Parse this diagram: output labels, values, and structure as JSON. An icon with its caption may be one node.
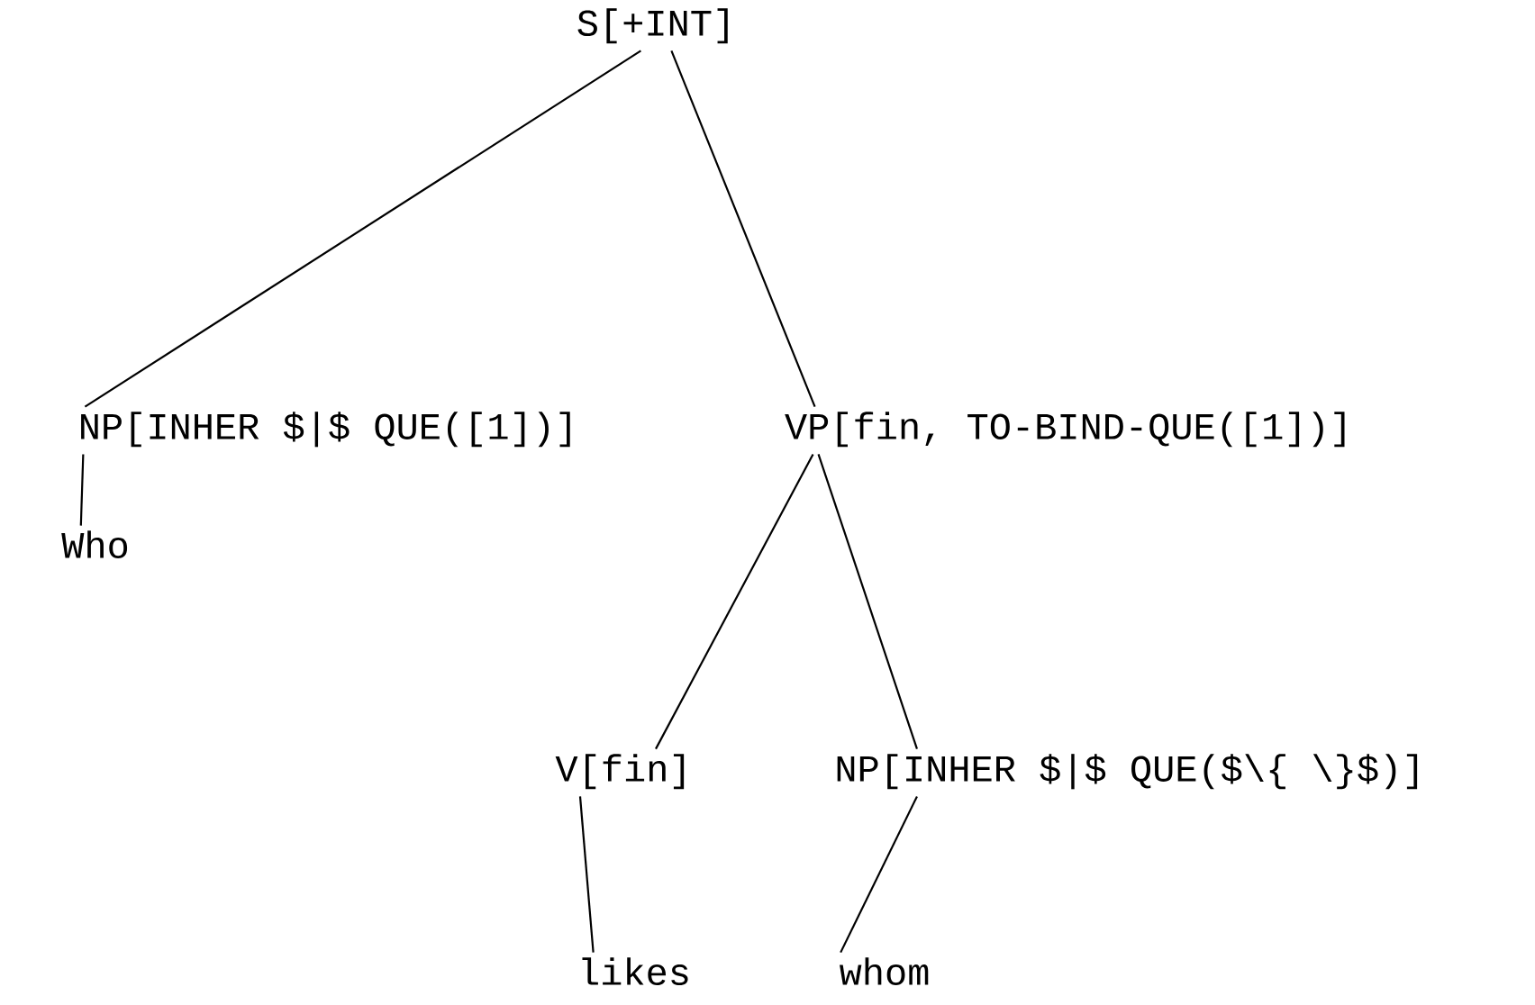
{
  "diagram": {
    "nodes": [
      {
        "text": [
          "S[+INT]"
        ]
      },
      {
        "text": [
          "NP[INHER $|$ QUE([1])]"
        ]
      },
      {
        "text": [
          "VP[fin, TO-BIND-QUE([1])]"
        ]
      },
      {
        "text": [
          "Who"
        ]
      },
      {
        "text": [
          "V[fin]"
        ]
      },
      {
        "text": [
          "NP[INHER $|$ QUE($\\{ \\}$)]"
        ]
      },
      {
        "text": [
          "likes"
        ]
      },
      {
        "text": [
          "whom"
        ]
      }
    ],
    "edges": [
      {
        "from": 0,
        "to": 1,
        "arrow": "none"
      },
      {
        "from": 0,
        "to": 2,
        "arrow": "none"
      },
      {
        "from": 1,
        "to": 3,
        "arrow": "none"
      },
      {
        "from": 2,
        "to": 4,
        "arrow": "none"
      },
      {
        "from": 2,
        "to": 5,
        "arrow": "none"
      },
      {
        "from": 4,
        "to": 6,
        "arrow": "none"
      },
      {
        "from": 5,
        "to": 7,
        "arrow": "none"
      }
    ]
  }
}
